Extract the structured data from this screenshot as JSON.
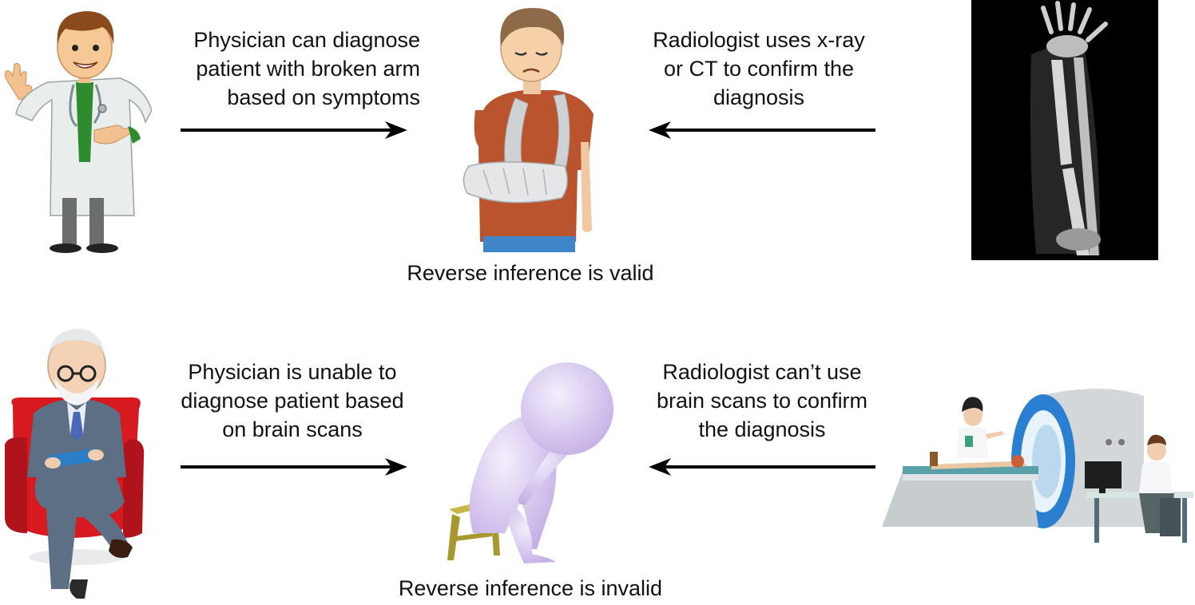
{
  "top_row": {
    "physician_caption": "Physician can diagnose\npatient with broken arm\nbased on symptoms",
    "radiologist_caption": "Radiologist uses x-ray\nor CT to confirm the\ndiagnosis",
    "result": "Reverse inference is valid"
  },
  "bottom_row": {
    "physician_caption": "Physician is unable to\ndiagnose patient  based\non brain scans",
    "radiologist_caption": "Radiologist can’t use\nbrain scans to confirm\nthe diagnosis",
    "result": "Reverse inference is invalid"
  },
  "colors": {
    "arrow": "#000000",
    "doctor_coat": "#e9edec",
    "doctor_shirt": "#2e8b2e",
    "patient_shirt": "#b9542f",
    "xray_bg": "#000000",
    "chair_red": "#d71920",
    "suit": "#5d6f84",
    "figure_lilac": "#d9c9ef",
    "stool": "#b5a640",
    "scanner": "#d9dcdf"
  },
  "icons": [
    "doctor-icon",
    "patient-broken-arm-icon",
    "xray-forearm-icon",
    "psychiatrist-icon",
    "sad-figure-icon",
    "mri-scanner-icon"
  ]
}
